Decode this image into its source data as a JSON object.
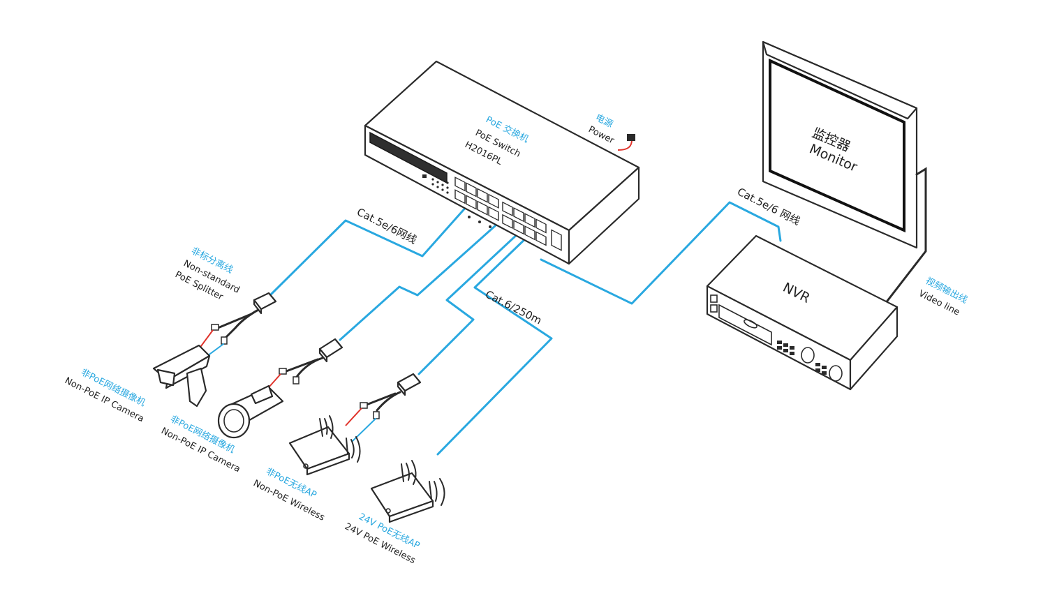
{
  "switch": {
    "cn": "PoE 交换机",
    "en": "PoE  Switch",
    "model": "H2016PL"
  },
  "power": {
    "cn": "电源",
    "en": "Power"
  },
  "monitor": {
    "cn": "监控器",
    "en": "Monitor"
  },
  "nvr": {
    "label": "NVR"
  },
  "video_line": {
    "cn": "视频输出线",
    "en": "Video line"
  },
  "cables": {
    "switch_to_nvr": "Cat.5e/6 网线",
    "switch_to_splitter": "Cat.5e/6网线",
    "long_run": "Cat.6/250m"
  },
  "splitter": {
    "cn": "非标分离线",
    "en1": "Non-standard",
    "en2": "PoE Splitter"
  },
  "camera1": {
    "cn": "非PoE网络摄像机",
    "en": "Non-PoE IP Camera"
  },
  "camera2": {
    "cn": "非PoE网络摄像机",
    "en": "Non-PoE IP Camera"
  },
  "ap1": {
    "cn": "非PoE无线AP",
    "en": "Non-PoE  Wireless"
  },
  "ap2": {
    "cn": "24V PoE无线AP",
    "en": "24V PoE Wireless"
  },
  "colors": {
    "cable": "#29a8e0",
    "power_wire": "#e0342c",
    "outline": "#2a2a2a",
    "label_cn": "#29a8e0"
  }
}
